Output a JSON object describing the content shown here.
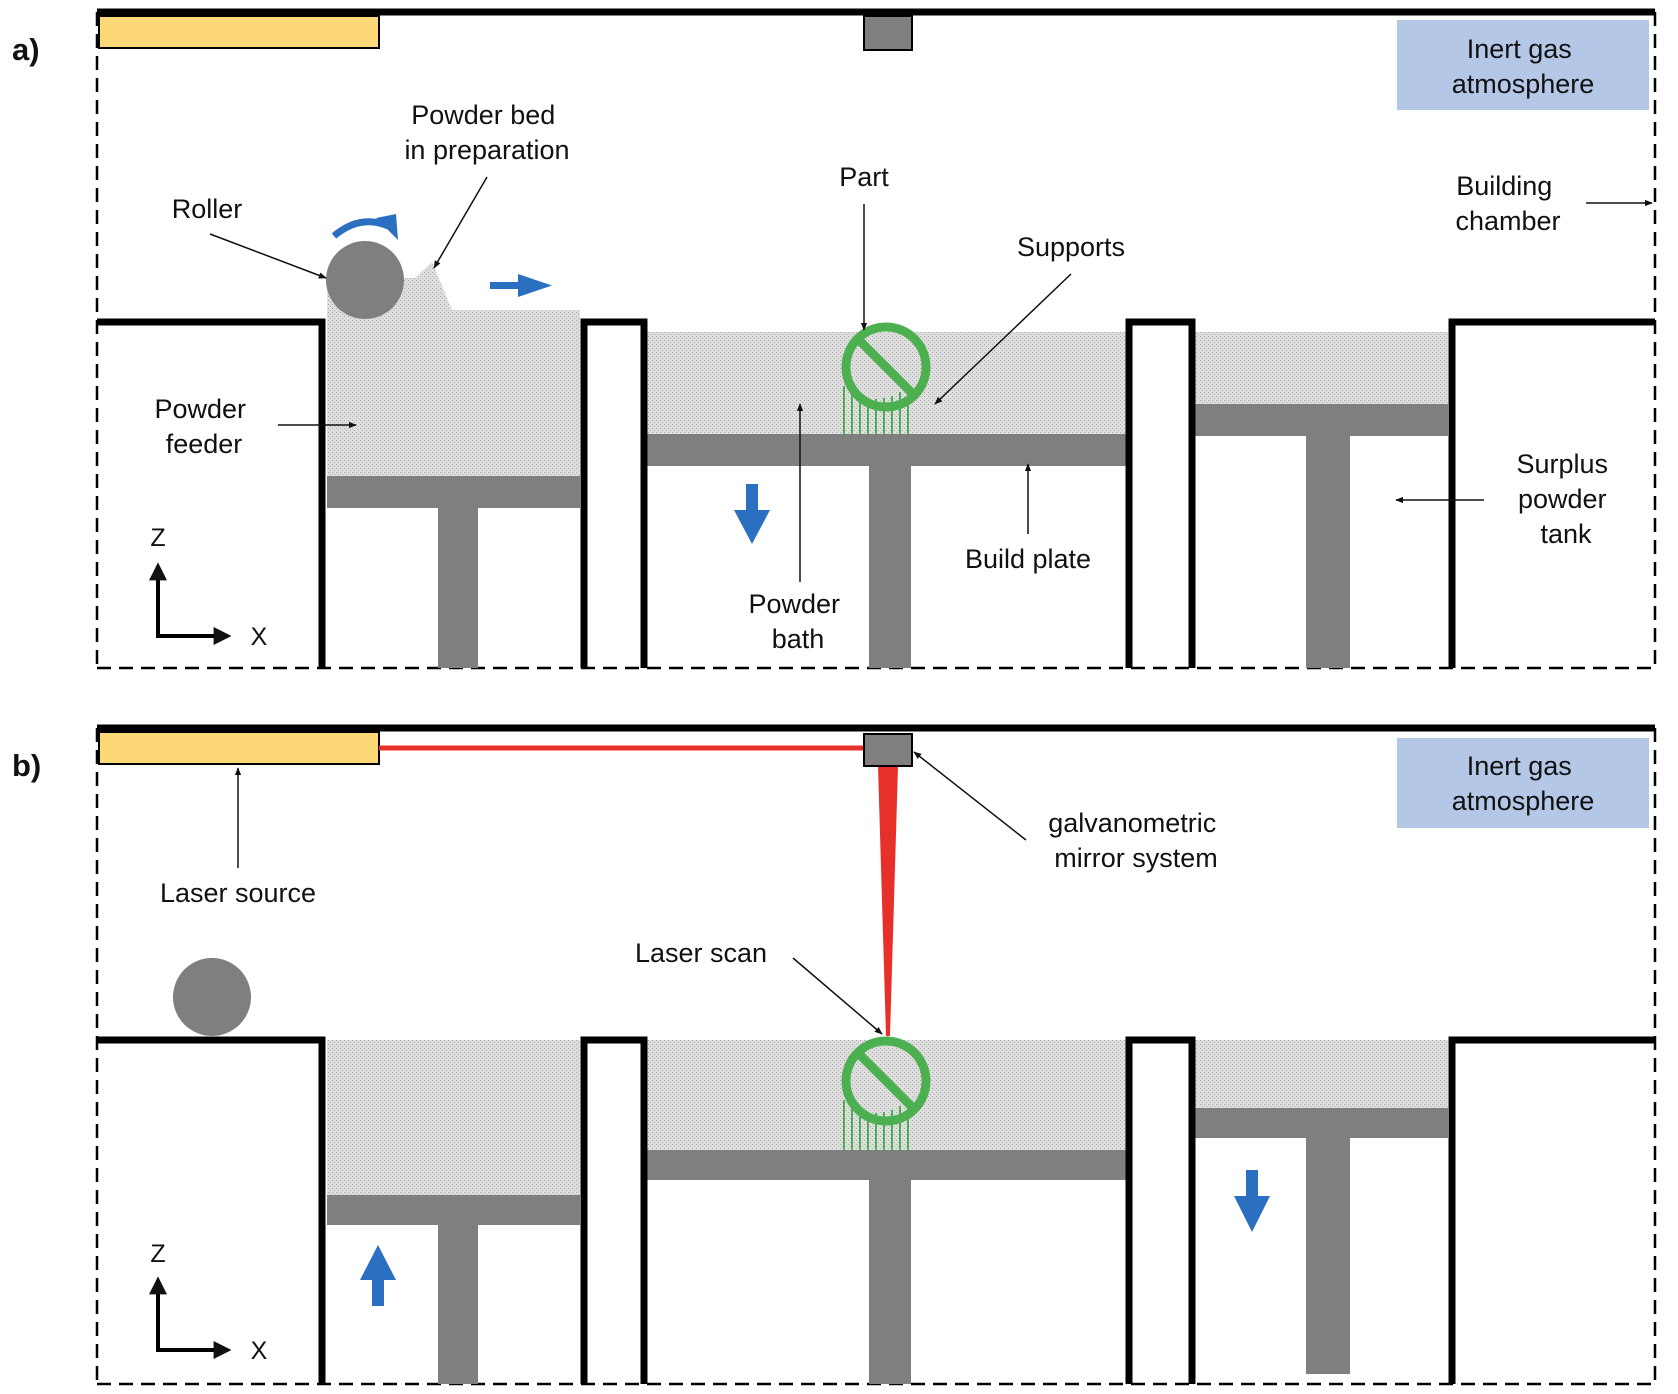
{
  "panels": [
    {
      "id": "a",
      "label": "a)",
      "atmosphere": [
        "Inert gas",
        "atmosphere"
      ],
      "roller": "Roller",
      "powder_bed": [
        "Powder bed",
        "in preparation"
      ],
      "part": "Part",
      "supports": "Supports",
      "building_chamber": [
        "Building",
        "chamber"
      ],
      "powder_feeder": [
        "Powder",
        "feeder"
      ],
      "powder_bath": [
        "Powder",
        "bath"
      ],
      "build_plate": "Build plate",
      "surplus": [
        "Surplus",
        "powder",
        "tank"
      ],
      "axis_z": "Z",
      "axis_x": "X"
    },
    {
      "id": "b",
      "label": "b)",
      "atmosphere": [
        "Inert gas",
        "atmosphere"
      ],
      "laser_source": "Laser source",
      "mirror": [
        "galvanometric",
        "mirror system"
      ],
      "laser_scan": "Laser scan",
      "axis_z": "Z",
      "axis_x": "X"
    }
  ],
  "colors": {
    "wall": "#000000",
    "machine_gray": "#7f7f7f",
    "powder": "#d9d9d9",
    "laser_source_fill": "#fdd876",
    "laser_beam": "#e8302a",
    "part_green": "#4caf50",
    "motion_arrow": "#2b6fc0",
    "atmosphere_box": "#b4c7e7"
  }
}
